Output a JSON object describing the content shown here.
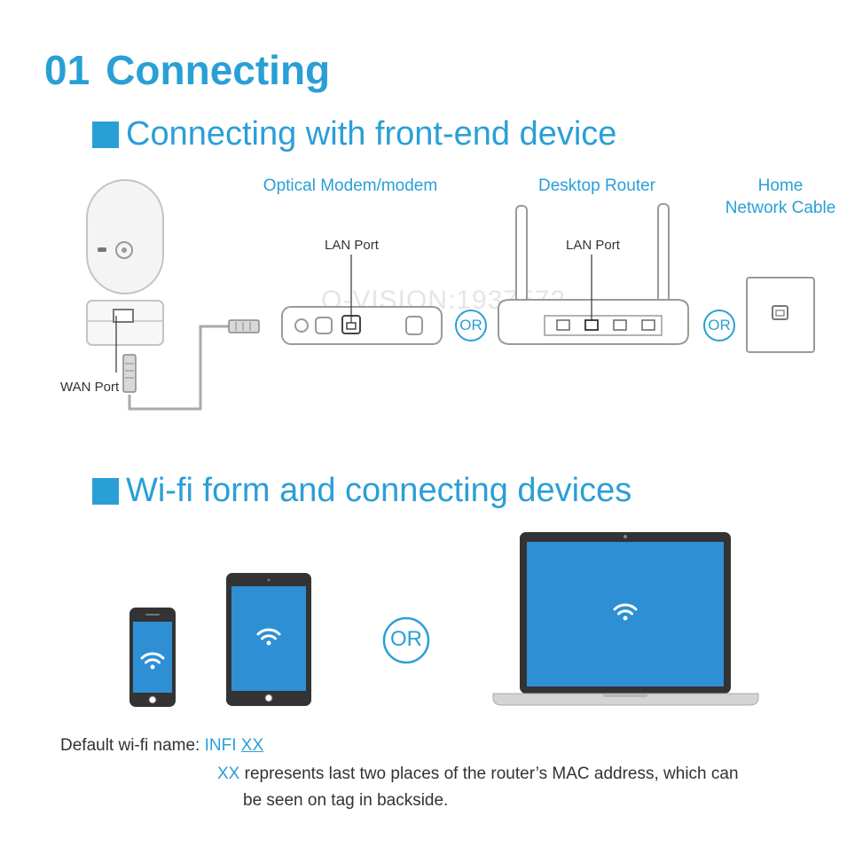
{
  "header": {
    "number": "01",
    "title": "Connecting"
  },
  "section1": {
    "title": "Connecting with front-end device",
    "devices": [
      {
        "label_lines": [
          "Optical Modem/modem"
        ]
      },
      {
        "label_lines": [
          "Desktop Router"
        ]
      },
      {
        "label_lines": [
          "Home",
          "Network Cable"
        ]
      }
    ],
    "lan_port_label": "LAN Port",
    "wan_port_label": "WAN Port",
    "or_label": "OR",
    "watermark": "Q-VISION:1937572"
  },
  "section2": {
    "title": "Wi-fi form and connecting devices",
    "or_label": "OR"
  },
  "note": {
    "label": "Default wi-fi name:",
    "wifi_name_prefix": "INFI ",
    "wifi_name_suffix": "XX",
    "xx": "XX",
    "line1": "represents last two places of the router’s MAC address, which can",
    "line2": "be seen on tag in backside."
  },
  "colors": {
    "accent": "#2a9fd6",
    "screen": "#2e8fd4",
    "device_dark": "#333333",
    "outline": "#9a9a9a"
  }
}
